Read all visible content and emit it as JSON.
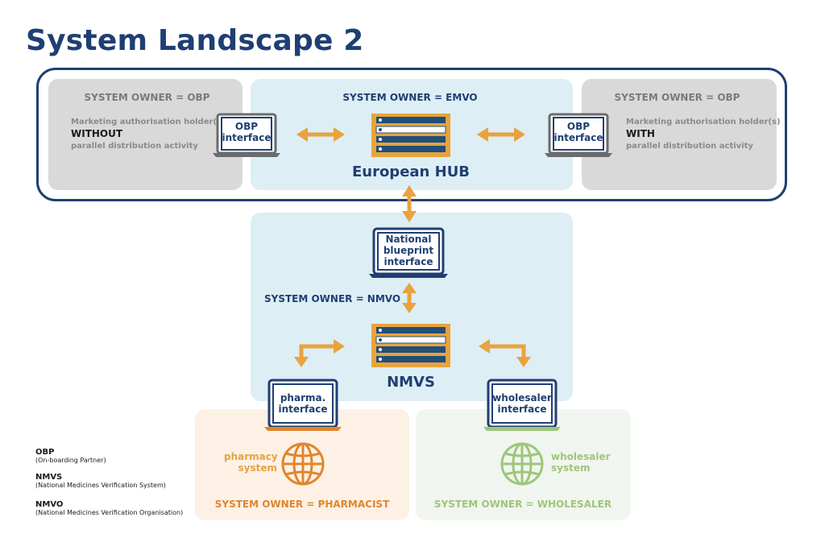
{
  "title": "System Landscape 2",
  "panels": {
    "left_obp": {
      "owner": "SYSTEM OWNER = OBP",
      "line1": "Marketing authorisation holder(s)",
      "line2": "WITHOUT",
      "line3": "parallel distribution activity",
      "interface": [
        "OBP",
        "interface"
      ]
    },
    "emvo": {
      "owner": "SYSTEM OWNER = EMVO",
      "hub": "European HUB"
    },
    "right_obp": {
      "owner": "SYSTEM OWNER = OBP",
      "line1": "Marketing authorisation holder(s)",
      "line2": "WITH",
      "line3": "parallel distribution activity",
      "interface": [
        "OBP",
        "interface"
      ]
    },
    "nmvo": {
      "owner": "SYSTEM OWNER = NMVO",
      "blueprint": [
        "National",
        "blueprint",
        "interface"
      ],
      "hub": "NMVS"
    },
    "pharmacist": {
      "owner": "SYSTEM OWNER = PHARMACIST",
      "interface": [
        "pharma.",
        "interface"
      ],
      "system": [
        "pharmacy",
        "system"
      ]
    },
    "wholesaler": {
      "owner": "SYSTEM OWNER = WHOLESALER",
      "interface": [
        "wholesaler",
        "interface"
      ],
      "system": [
        "wholesaler",
        "system"
      ]
    }
  },
  "legend": [
    {
      "abbr": "OBP",
      "full": "(On-boarding Partner)"
    },
    {
      "abbr": "NMVS",
      "full": "(National Medicines Verification System)"
    },
    {
      "abbr": "NMVO",
      "full": "(National Medicines Verification Organisation)"
    }
  ],
  "colors": {
    "navy": "#1f3f73",
    "orange": "#e8a33d",
    "grey_panel": "#d9d9d9",
    "blue_panel": "#ddeef5",
    "pharma_panel": "#fdf1e6",
    "wholesaler_panel": "#f1f5ef",
    "pharma_accent": "#e0862c",
    "wholesaler_accent": "#9dc67a"
  }
}
